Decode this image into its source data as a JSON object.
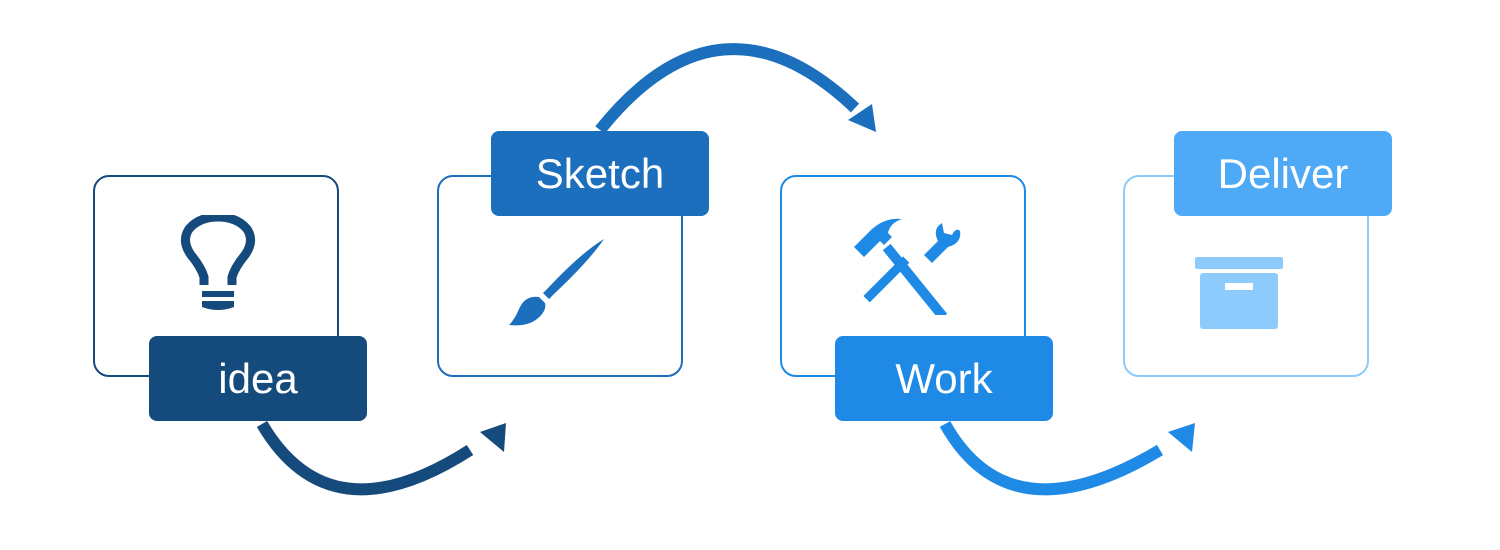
{
  "colors": {
    "idea": "#154b7c",
    "sketch": "#1b6fbd",
    "work": "#1e8ae6",
    "deliver": "#4ea9f6",
    "deliver_light": "#8ccbfb"
  },
  "steps": [
    {
      "label": "idea",
      "icon": "lightbulb-icon"
    },
    {
      "label": "Sketch",
      "icon": "paintbrush-icon"
    },
    {
      "label": "Work",
      "icon": "hammer-wrench-icon"
    },
    {
      "label": "Deliver",
      "icon": "archive-box-icon"
    }
  ]
}
